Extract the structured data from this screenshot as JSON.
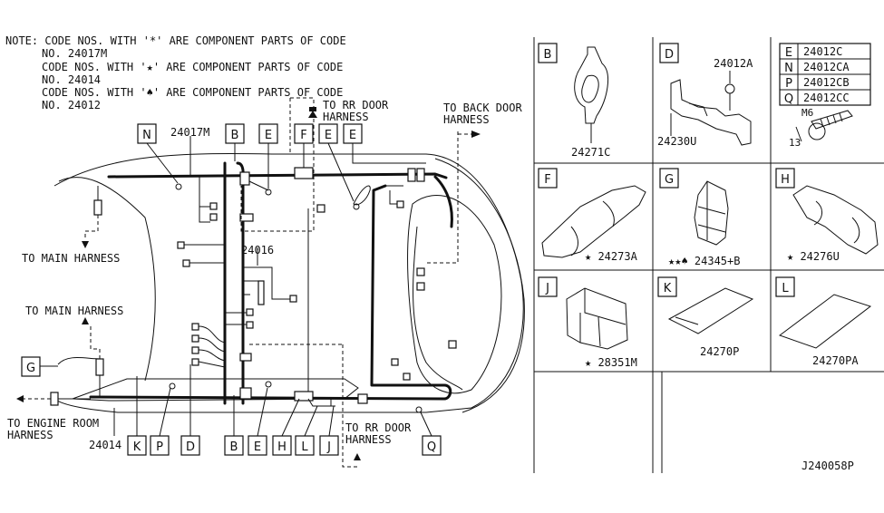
{
  "notes": {
    "line1": "NOTE: CODE NOS. WITH '*' ARE COMPONENT PARTS OF CODE",
    "line2": "NO. 24017M",
    "line3": "CODE NOS. WITH '★' ARE COMPONENT PARTS OF CODE",
    "line4": "NO. 24014",
    "line5": "CODE NOS. WITH '♠' ARE COMPONENT PARTS OF CODE",
    "line6": "NO. 24012"
  },
  "main": {
    "callouts": {
      "n": "N",
      "b_top": "B",
      "e_top1": "E",
      "f": "F",
      "e_top2": "E",
      "e_top3": "E",
      "g": "G",
      "k": "K",
      "p": "P",
      "d": "D",
      "b_bot": "B",
      "e_bot": "E",
      "h": "H",
      "l": "L",
      "j": "J",
      "q": "Q"
    },
    "part_24017m": "24017M",
    "part_24016": "24016",
    "part_24014": "24014",
    "to_rr_door_top": [
      "TO RR DOOR",
      "HARNESS"
    ],
    "to_back_door": [
      "TO BACK DOOR",
      "HARNESS"
    ],
    "to_main_harness_1": "TO MAIN HARNESS",
    "to_main_harness_2": "TO MAIN HARNESS",
    "to_engine_room": [
      "TO ENGINE ROOM",
      "HARNESS"
    ],
    "to_rr_door_bottom": [
      "TO RR DOOR",
      "HARNESS"
    ]
  },
  "panels": {
    "b": {
      "letter": "B",
      "part": "24271C"
    },
    "d": {
      "letter": "D",
      "part1": "24012A",
      "part2": "24230U"
    },
    "table": {
      "rows": [
        {
          "letter": "E",
          "part": "24012C"
        },
        {
          "letter": "N",
          "part": "24012CA"
        },
        {
          "letter": "P",
          "part": "24012CB"
        },
        {
          "letter": "Q",
          "part": "24012CC"
        }
      ],
      "m6": "M6",
      "dim": "13"
    },
    "f": {
      "letter": "F",
      "part": "★ 24273A"
    },
    "g": {
      "letter": "G",
      "part": "★★♠ 24345+B"
    },
    "h": {
      "letter": "H",
      "part": "★ 24276U"
    },
    "j": {
      "letter": "J",
      "part": "★ 28351M"
    },
    "k": {
      "letter": "K",
      "part": "24270P"
    },
    "l": {
      "letter": "L",
      "part": "24270PA"
    }
  },
  "diagram_id": "J240058P"
}
